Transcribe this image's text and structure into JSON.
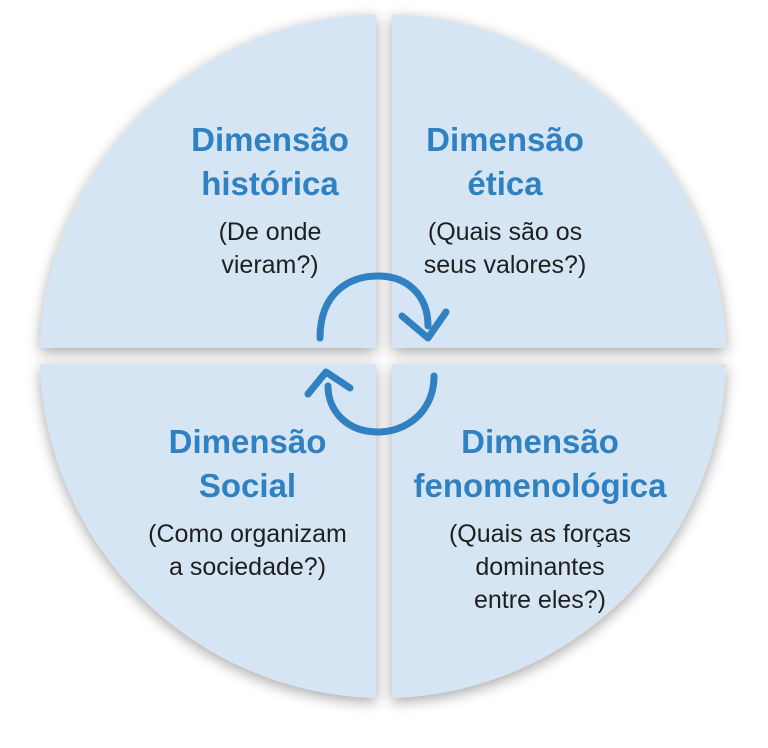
{
  "diagram": {
    "colors": {
      "quadrant_fill": "#d5e5f3",
      "title_text": "#2f81c2",
      "body_text": "#1f1f1f",
      "cycle_arrow": "#2f81c2"
    },
    "quadrants": [
      {
        "position": "top-left",
        "title_lines": [
          "Dimensão",
          "histórica"
        ],
        "subtitle_lines": [
          "(De onde",
          "vieram?)"
        ]
      },
      {
        "position": "top-right",
        "title_lines": [
          "Dimensão",
          "ética"
        ],
        "subtitle_lines": [
          "(Quais são os",
          "seus valores?)"
        ]
      },
      {
        "position": "bottom-left",
        "title_lines": [
          "Dimensão",
          "Social"
        ],
        "subtitle_lines": [
          "(Como organizam",
          "a sociedade?)"
        ]
      },
      {
        "position": "bottom-right",
        "title_lines": [
          "Dimensão",
          "fenomenológica"
        ],
        "subtitle_lines": [
          "(Quais as forças",
          "dominantes",
          "entre eles?)"
        ]
      }
    ],
    "center_icon": "cycle-arrows-icon"
  }
}
